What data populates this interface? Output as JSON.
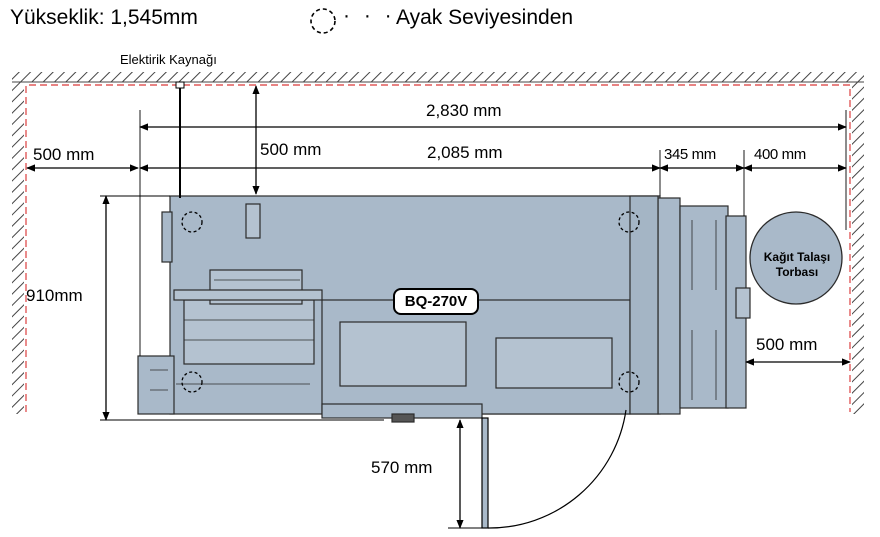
{
  "header": {
    "height_label": "Yükseklik: 1,545mm",
    "legend_dots": "· · ·",
    "legend_label": "Ayak Seviyesinden"
  },
  "labels": {
    "power_source": "Elektirik Kaynağı",
    "model": "BQ-270V",
    "bag": "Kağıt Talaşı Torbası"
  },
  "dimensions": {
    "total_width": "2,830 mm",
    "machine_width": "2,085 mm",
    "left_clearance": "500 mm",
    "rear_clearance": "500 mm",
    "section_345": "345 mm",
    "section_400": "400 mm",
    "right_clearance": "500 mm",
    "depth": "910mm",
    "front_clearance": "570 mm"
  },
  "colors": {
    "machine_fill": "#a9b9c9",
    "machine_stroke": "#2b2b2b",
    "room_boundary": "#e05a5a",
    "hatch": "#444444"
  },
  "icons": {
    "foot_marker": "dashed-circle-icon"
  }
}
